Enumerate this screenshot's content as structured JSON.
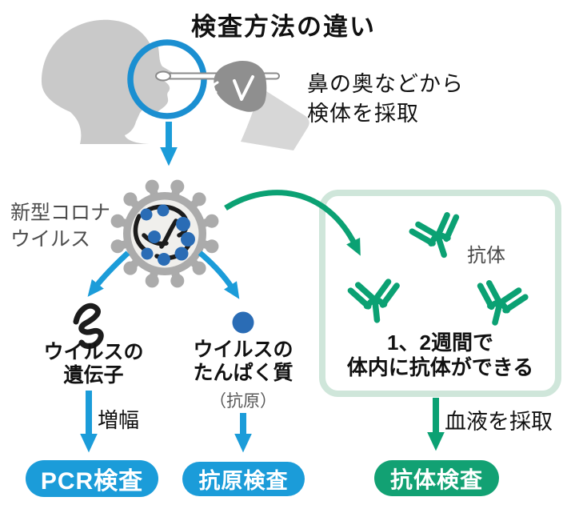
{
  "title": "検査方法の違い",
  "sampling": {
    "note": "鼻の奥などから\n検体を採取"
  },
  "virus": {
    "label": "新型コロナ\nウイルス"
  },
  "branches": {
    "pcr": {
      "material": "ウイルスの\n遺伝子",
      "process": "増幅",
      "test_label": "PCR検査"
    },
    "antigen": {
      "material": "ウイルスの\nたんぱく質",
      "alias": "（抗原）",
      "test_label": "抗原検査"
    },
    "antibody": {
      "item_label": "抗体",
      "formation": "1、2週間で\n体内に抗体ができる",
      "process": "血液を採取",
      "test_label": "抗体検査"
    }
  },
  "icons": {
    "head_swab": "head-swab-illustration",
    "magnifier": "magnifier-circle-icon",
    "swab": "swab-stick-icon",
    "hand": "hand-icon",
    "virus": "coronavirus-icon",
    "gene": "gene-squiggle-icon",
    "protein": "protein-dot-icon",
    "antibody": "antibody-y-icon",
    "arrow": "arrow-down-icon"
  },
  "colors": {
    "blue": "#1b9cd9",
    "green": "#0ba173",
    "dot_blue": "#2a6cb5",
    "box_border": "#cfe6da",
    "silhouette_gray": "#c9c9c9",
    "virus_gray": "#ababab",
    "label_gray": "#4d4d4d"
  }
}
